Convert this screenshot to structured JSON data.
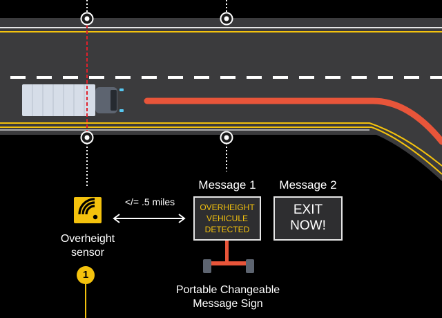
{
  "diagram": {
    "sensor": {
      "label_line1": "Overheight",
      "label_line2": "sensor",
      "icon": "wifi-signal-icon"
    },
    "distance_label": "</= .5 miles",
    "message1": {
      "title": "Message 1",
      "line1": "OVERHEIGHT",
      "line2": "VEHICULE",
      "line3": "DETECTED",
      "text_color": "#f4c20d"
    },
    "message2": {
      "title": "Message 2",
      "line1": "EXIT",
      "line2": "NOW!",
      "text_color": "#ffffff"
    },
    "sign": {
      "label_line1": "Portable Changeable",
      "label_line2": "Message Sign"
    },
    "step_number": "1",
    "colors": {
      "background": "#000000",
      "road": "#3b3b3d",
      "lane_edge_yellow": "#f4c20d",
      "vehicle_path": "#e8553a",
      "sensor_beam": "#e0202a",
      "sensor_badge": "#f4c20d"
    }
  }
}
